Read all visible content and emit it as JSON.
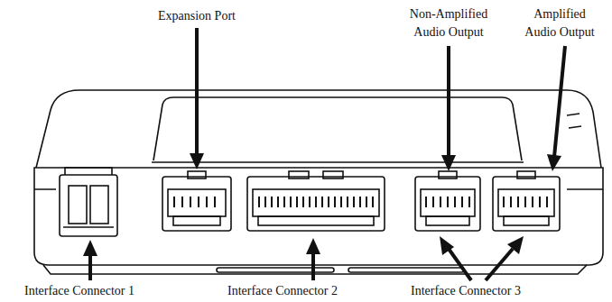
{
  "diagram": {
    "labels": [
      "Expansion Port",
      "Non-Amplified Audio Output",
      "Amplified Audio Output",
      "Interface Connector 1",
      "Interface Connector 2",
      "Interface Connector 3"
    ]
  }
}
